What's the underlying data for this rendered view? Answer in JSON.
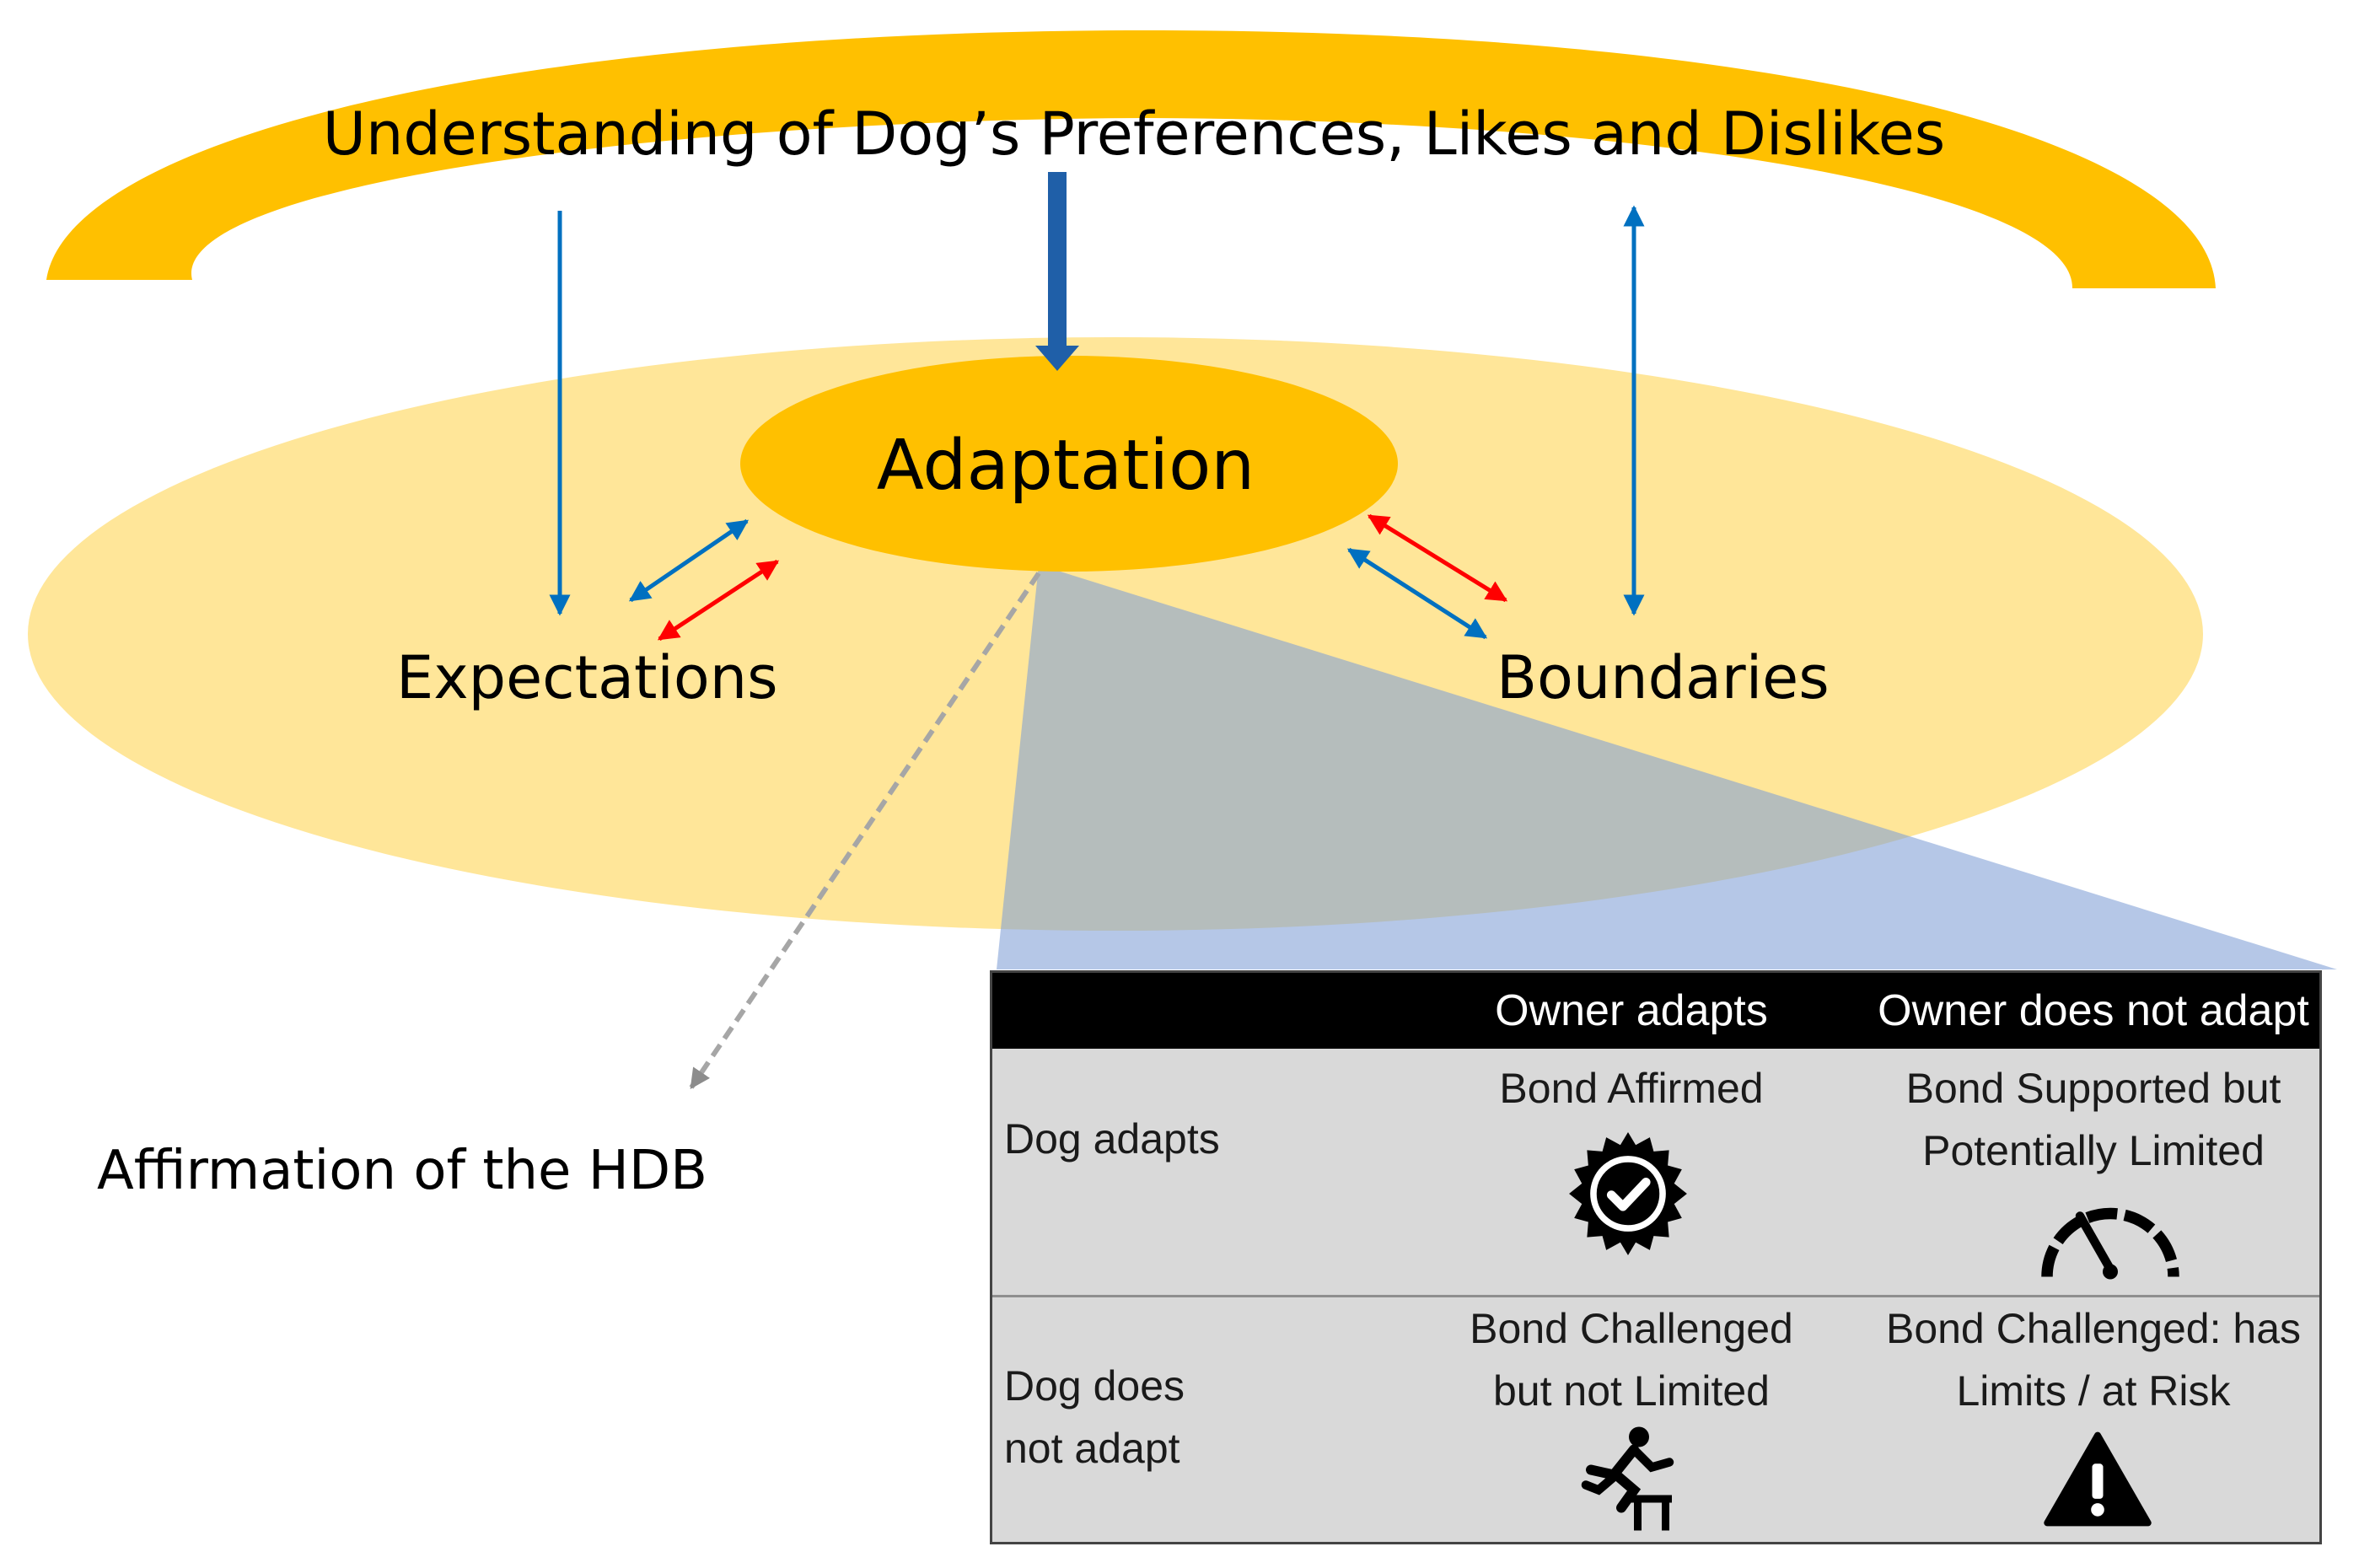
{
  "diagram": {
    "title": "Understanding of Dog’s Preferences, Likes and Dislikes",
    "center": "Adaptation",
    "left": "Expectations",
    "right": "Boundaries",
    "outcome": "Affirmation of the HDB"
  },
  "colors": {
    "arc": "#ffc000",
    "outer_ellipse": "#ffe699",
    "center_ellipse": "#ffc000",
    "blue_arrow": "#0070c0",
    "red_arrow": "#ff0000",
    "dashed_arrow": "#a6a6a6",
    "wedge": "#8ea9db",
    "table_header_bg": "#000000",
    "table_body_bg": "#d9d9d9"
  },
  "table": {
    "columns": [
      "",
      "Owner adapts",
      "Owner does not adapt"
    ],
    "rows": [
      {
        "label": "Dog adapts",
        "cells": [
          {
            "text": "Bond Affirmed",
            "icon": "verified-badge-icon"
          },
          {
            "text": "Bond Supported but Potentially Limited",
            "icon": "speedometer-icon"
          }
        ]
      },
      {
        "label": "Dog does not adapt",
        "cells": [
          {
            "text": "Bond Challenged but not Limited",
            "icon": "hurdle-jumper-icon"
          },
          {
            "text": "Bond Challenged: has Limits / at Risk",
            "icon": "warning-triangle-icon"
          }
        ]
      }
    ]
  }
}
